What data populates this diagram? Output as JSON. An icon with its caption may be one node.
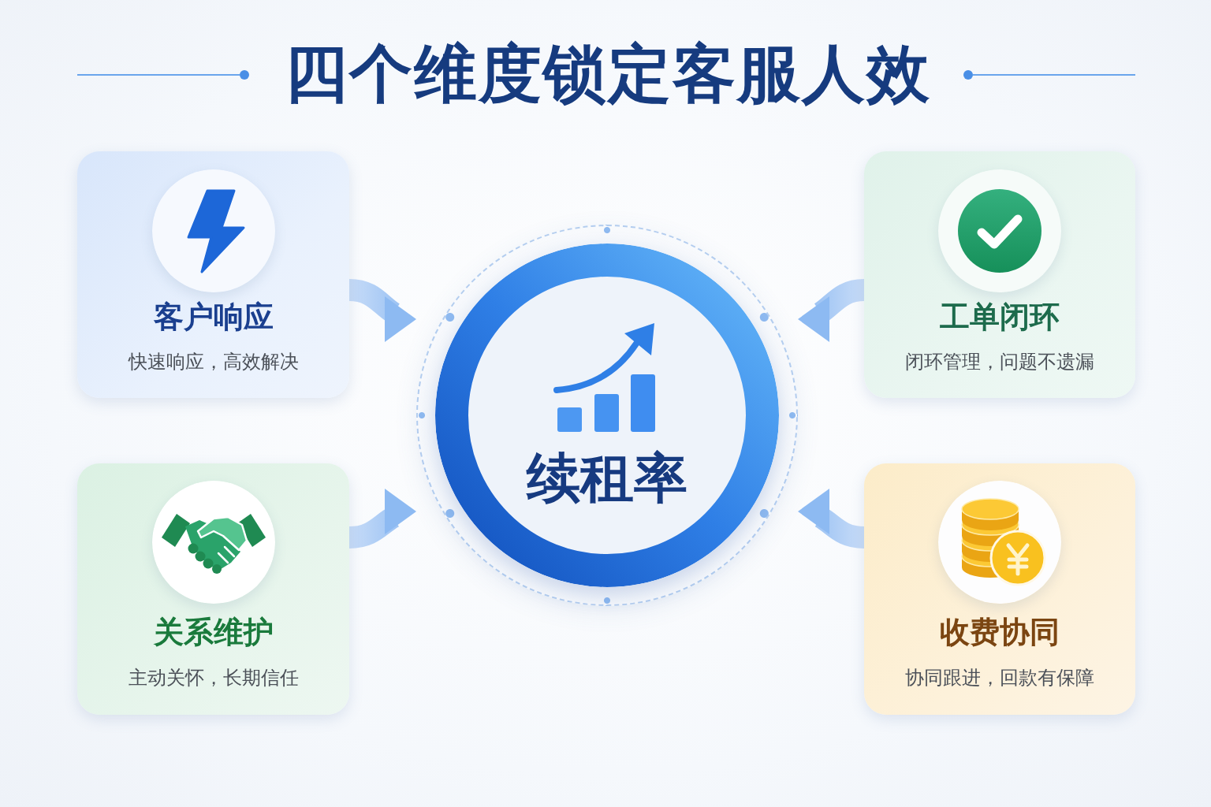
{
  "diagram": {
    "title": "四个维度锁定客服人效",
    "nodes": [
      {
        "text": [
          "客户响应",
          "快速响应，高效解决"
        ]
      },
      {
        "text": [
          "工单闭环",
          "闭环管理，问题不遗漏"
        ]
      },
      {
        "text": [
          "续租率"
        ]
      },
      {
        "text": [
          "关系维护",
          "主动关怀，长期信任"
        ]
      },
      {
        "text": [
          "收费协同",
          "协同跟进，回款有保障"
        ]
      }
    ],
    "edges": [
      {
        "from": 0,
        "to": 2,
        "arrow": "to"
      },
      {
        "from": 1,
        "to": 2,
        "arrow": "to"
      },
      {
        "from": 3,
        "to": 2,
        "arrow": "to"
      },
      {
        "from": 4,
        "to": 2,
        "arrow": "to"
      }
    ]
  }
}
